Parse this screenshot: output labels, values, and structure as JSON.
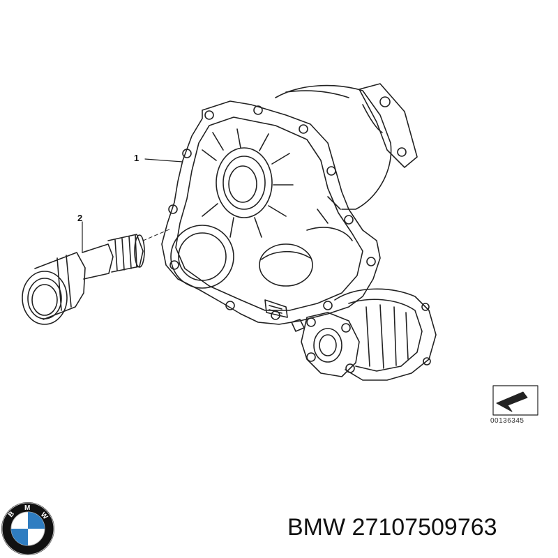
{
  "callouts": {
    "part_1": "1",
    "part_2": "2"
  },
  "reference_code": "00136345",
  "title": {
    "brand": "BMW",
    "part_number": "27107509763"
  },
  "logo": {
    "icon": "bmw-roundel-icon",
    "letters": "BMW",
    "colors": {
      "ring": "#111111",
      "blue": "#2f7dc1",
      "white": "#ffffff",
      "letters": "#ffffff"
    }
  },
  "colors": {
    "line": "#222222",
    "background": "#ffffff"
  }
}
